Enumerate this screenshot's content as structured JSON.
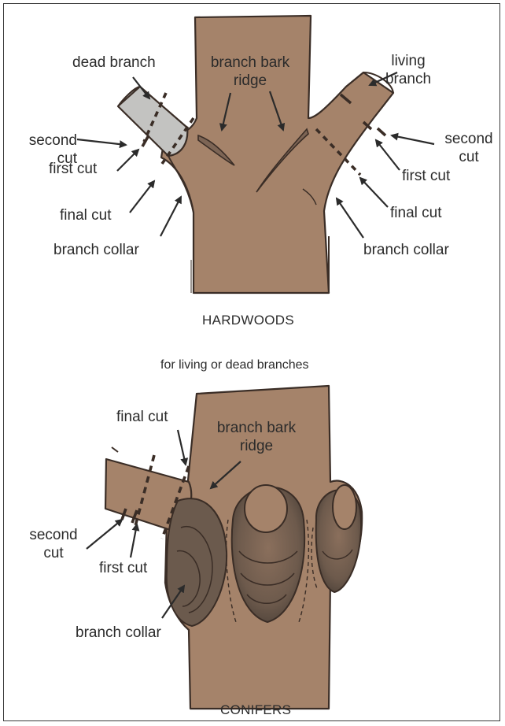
{
  "hardwoods": {
    "labels": {
      "dead_branch": "dead branch",
      "branch_bark_ridge": "branch bark ridge",
      "living_branch": "living branch",
      "second_cut_left": "second cut",
      "first_cut_left": "first cut",
      "final_cut_left": "final cut",
      "branch_collar_left": "branch collar",
      "second_cut_right": "second cut",
      "first_cut_right": "first cut",
      "final_cut_right": "final cut",
      "branch_collar_right": "branch collar"
    },
    "title": "HARDWOODS"
  },
  "subtitle": "for living or dead branches",
  "conifers": {
    "labels": {
      "final_cut": "final cut",
      "branch_bark_ridge": "branch bark ridge",
      "second_cut": "second cut",
      "first_cut": "first cut",
      "branch_collar": "branch collar"
    },
    "title": "CONIFERS"
  },
  "colors": {
    "bark": "#a5836a",
    "bark_dark": "#7d6555",
    "dead_branch": "#c3c3c1",
    "outline": "#3a2d26",
    "collar_shade": "#5f5246"
  }
}
